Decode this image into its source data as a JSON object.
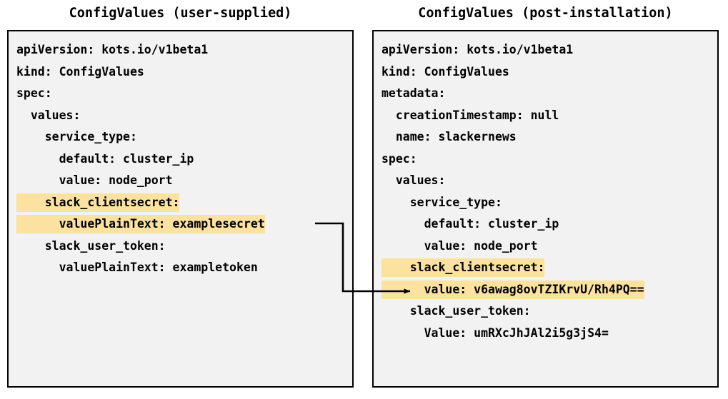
{
  "panels": {
    "left": {
      "title": "ConfigValues (user-supplied)",
      "lines": [
        {
          "text": "apiVersion: kots.io/v1beta1",
          "highlight": false
        },
        {
          "text": "kind: ConfigValues",
          "highlight": false
        },
        {
          "text": "spec:",
          "highlight": false
        },
        {
          "text": "  values:",
          "highlight": false
        },
        {
          "text": "    service_type:",
          "highlight": false
        },
        {
          "text": "      default: cluster_ip",
          "highlight": false
        },
        {
          "text": "      value: node_port",
          "highlight": false
        },
        {
          "text": "    slack_clientsecret:",
          "highlight": true
        },
        {
          "text": "      valuePlainText: examplesecret",
          "highlight": true
        },
        {
          "text": "    slack_user_token:",
          "highlight": false
        },
        {
          "text": "      valuePlainText: exampletoken",
          "highlight": false
        }
      ]
    },
    "right": {
      "title": "ConfigValues (post-installation)",
      "lines": [
        {
          "text": "apiVersion: kots.io/v1beta1",
          "highlight": false
        },
        {
          "text": "kind: ConfigValues",
          "highlight": false
        },
        {
          "text": "metadata:",
          "highlight": false
        },
        {
          "text": "  creationTimestamp: null",
          "highlight": false
        },
        {
          "text": "  name: slackernews",
          "highlight": false
        },
        {
          "text": "spec:",
          "highlight": false
        },
        {
          "text": "  values:",
          "highlight": false
        },
        {
          "text": "    service_type:",
          "highlight": false
        },
        {
          "text": "      default: cluster_ip",
          "highlight": false
        },
        {
          "text": "      value: node_port",
          "highlight": false
        },
        {
          "text": "    slack_clientsecret:",
          "highlight": true
        },
        {
          "text": "      value: v6awag8ovTZIKrvU/Rh4PQ==",
          "highlight": true
        },
        {
          "text": "    slack_user_token:",
          "highlight": false
        },
        {
          "text": "      Value: umRXcJhJAl2i5g3jS4=",
          "highlight": false
        }
      ]
    }
  },
  "connector": {
    "label": "examplesecret-to-encrypted-value-arrow",
    "color": "#000000"
  },
  "colors": {
    "highlight": "#FBE2A0",
    "panel_background": "#F2F2F2",
    "panel_border": "#000000",
    "text": "#000000",
    "page_background": "#FFFFFF"
  }
}
